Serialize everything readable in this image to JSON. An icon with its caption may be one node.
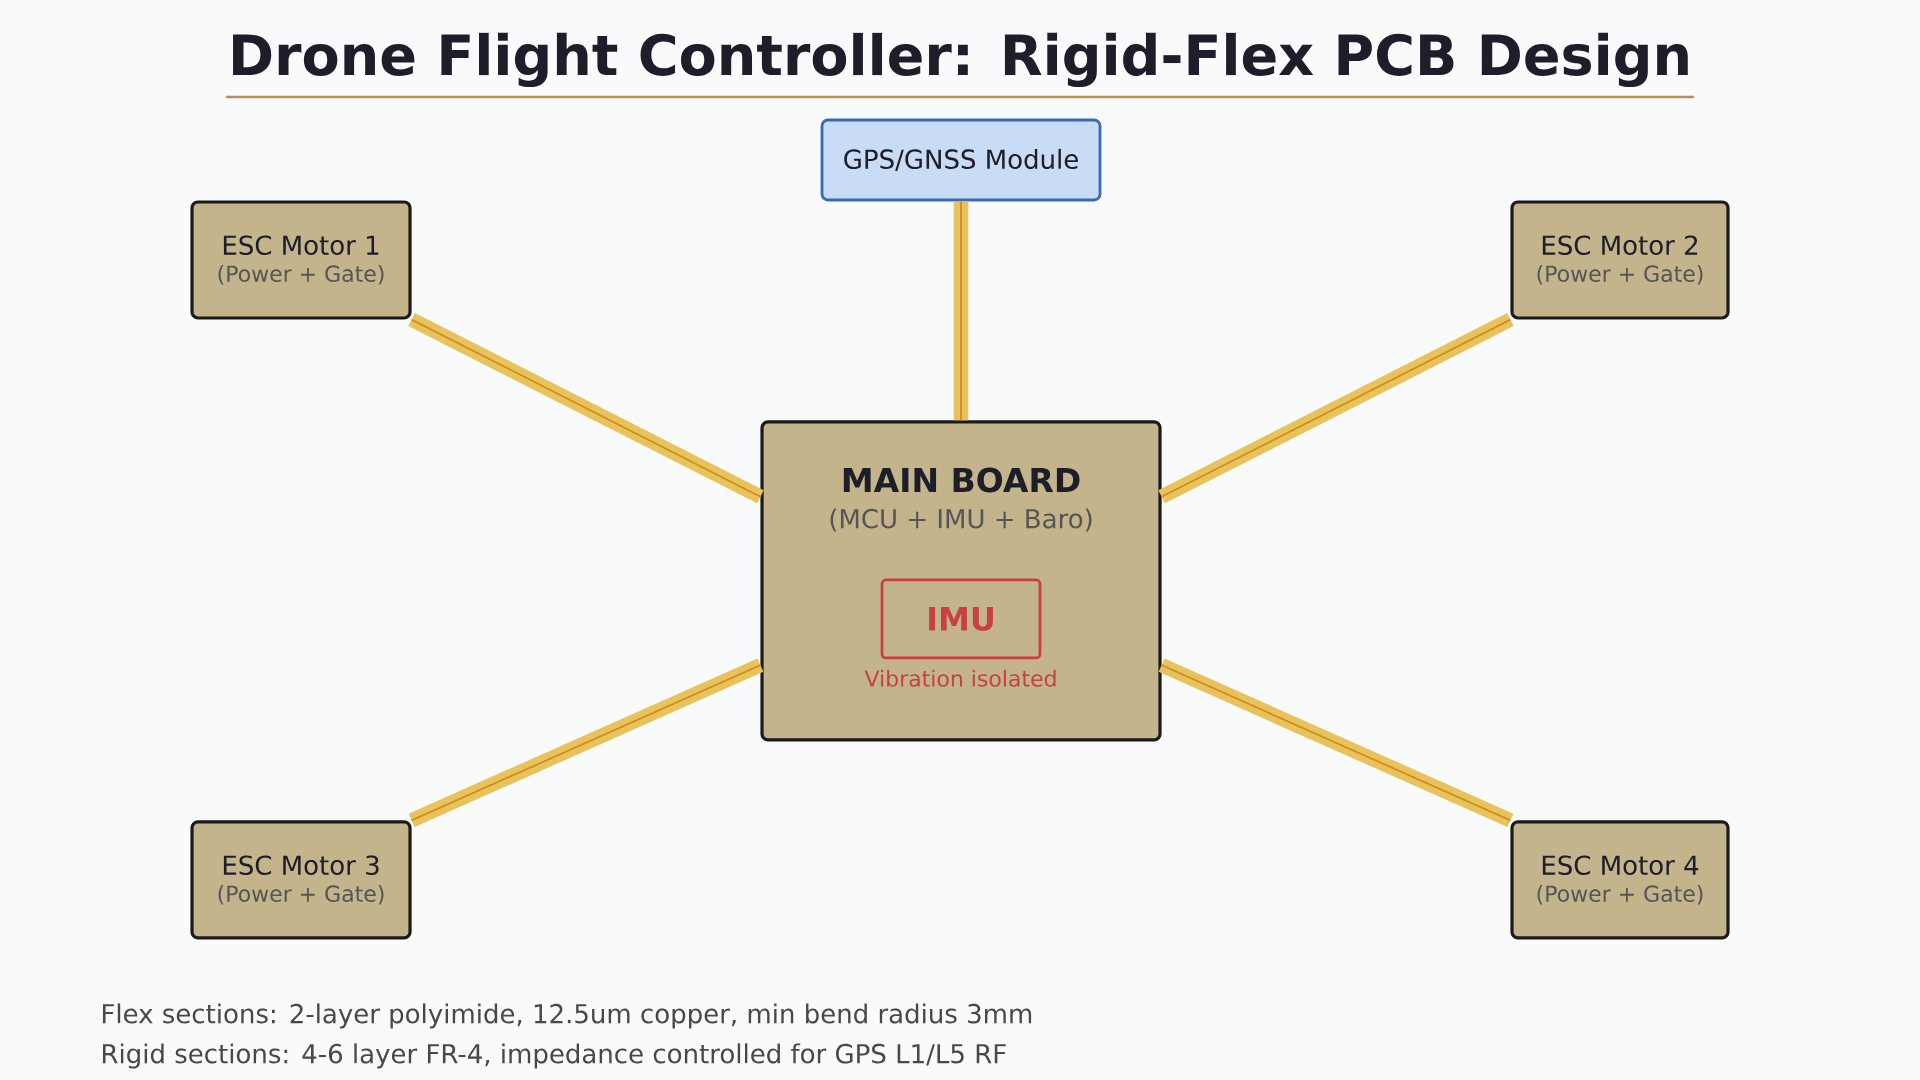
{
  "diagram": {
    "title": "Drone Flight Controller: Rigid-Flex PCB Design",
    "nodes": [
      {
        "text": [
          "GPS/GNSS Module"
        ]
      },
      {
        "text": [
          "ESC Motor 1",
          "(Power + Gate)"
        ]
      },
      {
        "text": [
          "ESC Motor 2",
          "(Power + Gate)"
        ]
      },
      {
        "text": [
          "MAIN BOARD",
          "(MCU + IMU + Baro)"
        ]
      },
      {
        "text": [
          "IMU"
        ],
        "in": 3,
        "beside": [
          "Vibration isolated"
        ]
      },
      {
        "text": [
          "ESC Motor 3",
          "(Power + Gate)"
        ]
      },
      {
        "text": [
          "ESC Motor 4",
          "(Power + Gate)"
        ]
      }
    ],
    "edges": [
      {
        "from": 3,
        "to": 0,
        "arrow": "none"
      },
      {
        "from": 3,
        "to": 1,
        "arrow": "none"
      },
      {
        "from": 3,
        "to": 2,
        "arrow": "none"
      },
      {
        "from": 3,
        "to": 5,
        "arrow": "none"
      },
      {
        "from": 3,
        "to": 6,
        "arrow": "none"
      }
    ],
    "labels": [
      "Flex sections: 2-layer polyimide, 12.5um copper, min bend radius 3mm",
      "Rigid sections: 4-6 layer FR-4, impedance controlled for GPS L1/L5 RF"
    ]
  }
}
